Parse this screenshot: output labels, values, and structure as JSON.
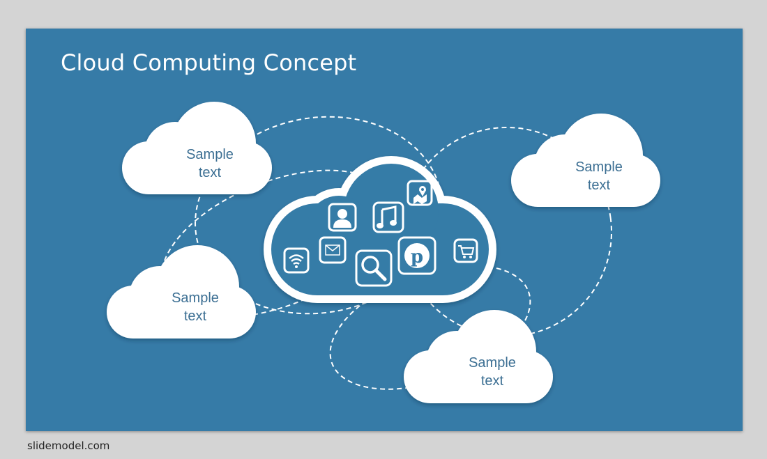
{
  "slide": {
    "title": "Cloud Computing Concept",
    "background": "#367ba7"
  },
  "clouds": [
    {
      "line1": "Sample",
      "line2": "text"
    },
    {
      "line1": "Sample",
      "line2": "text"
    },
    {
      "line1": "Sample",
      "line2": "text"
    },
    {
      "line1": "Sample",
      "line2": "text"
    }
  ],
  "central_cloud": {
    "icons": [
      "user-icon",
      "music-icon",
      "map-pin-icon",
      "wifi-icon",
      "mail-icon",
      "search-icon",
      "pinterest-icon",
      "shopping-cart-icon"
    ]
  },
  "colors": {
    "cloud_fill": "#ffffff",
    "cloud_text": "#3c6f93",
    "connector": "#ffffff"
  },
  "footer": {
    "credit": "slidemodel.com"
  }
}
